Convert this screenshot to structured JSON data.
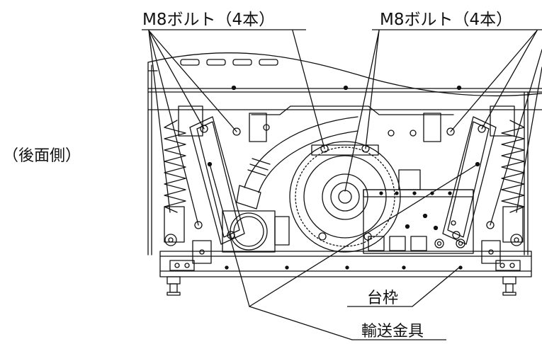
{
  "labels": {
    "bolts_left": "M8ボルト（4本）",
    "bolts_right": "M8ボルト（4本）",
    "rear_side": "（後面側）",
    "base_frame": "台枠",
    "transport_bracket": "輸送金具"
  }
}
